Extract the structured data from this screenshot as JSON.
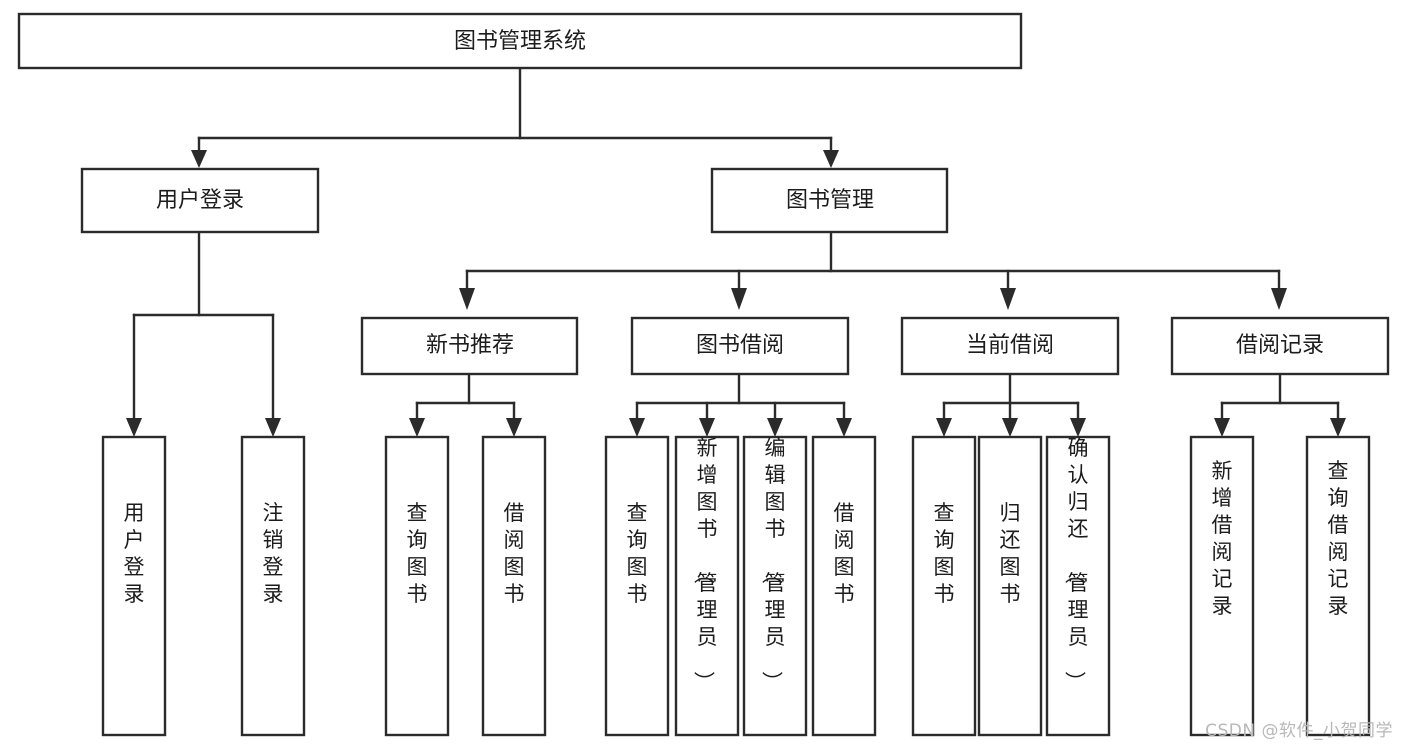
{
  "diagram": {
    "title": "图书管理系统",
    "type": "tree-hierarchy-diagram",
    "watermark": "CSDN @软件_小贺同学",
    "colors": {
      "background": "#ffffff",
      "box_stroke": "#2b2b2b",
      "box_fill": "#ffffff",
      "text": "#1c1c1c",
      "watermark": "#b8b8b8"
    },
    "levels": {
      "root": {
        "label": "图书管理系统"
      },
      "level2": [
        {
          "id": "user-login",
          "label": "用户登录"
        },
        {
          "id": "book-management",
          "label": "图书管理"
        }
      ],
      "level3": [
        {
          "id": "new-book-recommend",
          "label": "新书推荐"
        },
        {
          "id": "book-borrow",
          "label": "图书借阅"
        },
        {
          "id": "current-borrow",
          "label": "当前借阅"
        },
        {
          "id": "borrow-record",
          "label": "借阅记录"
        }
      ],
      "leaves": {
        "user-login": [
          {
            "id": "leaf-user-login",
            "label": "用户登录"
          },
          {
            "id": "leaf-logout-login",
            "label": "注销登录"
          }
        ],
        "new-book-recommend": [
          {
            "id": "leaf-query-book-1",
            "label": "查询图书"
          },
          {
            "id": "leaf-borrow-book-1",
            "label": "借阅图书"
          }
        ],
        "book-borrow": [
          {
            "id": "leaf-query-book-2",
            "label": "查询图书"
          },
          {
            "id": "leaf-add-book",
            "label": "新增图书（管理员）"
          },
          {
            "id": "leaf-edit-book",
            "label": "编辑图书（管理员）"
          },
          {
            "id": "leaf-borrow-book-2",
            "label": "借阅图书"
          }
        ],
        "current-borrow": [
          {
            "id": "leaf-query-book-3",
            "label": "查询图书"
          },
          {
            "id": "leaf-return-book",
            "label": "归还图书"
          },
          {
            "id": "leaf-confirm-return",
            "label": "确认归还（管理员）"
          }
        ],
        "borrow-record": [
          {
            "id": "leaf-add-record",
            "label": "新增借阅记录"
          },
          {
            "id": "leaf-query-record",
            "label": "查询借阅记录"
          }
        ]
      }
    }
  }
}
